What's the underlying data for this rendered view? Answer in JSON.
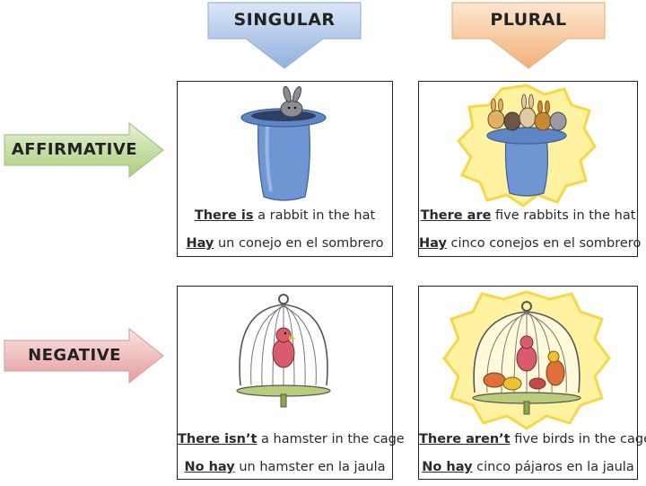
{
  "headers": {
    "singular": "SINGULAR",
    "plural": "PLURAL"
  },
  "rows": {
    "affirmative": "AFFIRMATIVE",
    "negative": "NEGATIVE"
  },
  "panels": {
    "aff_singular": {
      "en_key": "There is",
      "en_rest": " a rabbit in the hat",
      "es_key": "Hay",
      "es_rest": " un conejo en el sombrero"
    },
    "aff_plural": {
      "en_key": "There are",
      "en_rest": " five rabbits in the hat",
      "es_key": "Hay",
      "es_rest": " cinco conejos en el sombrero"
    },
    "neg_singular": {
      "en_key": "There isn’t",
      "en_rest": " a hamster in the cage",
      "es_key": "No hay",
      "es_rest": " un hamster en la jaula"
    },
    "neg_plural": {
      "en_key": "There aren’t",
      "en_rest": " five birds in the cage",
      "es_key": "No hay",
      "es_rest": " cinco pájaros en la jaula"
    }
  },
  "colors": {
    "singular_arrow": "#a9c3e6",
    "plural_arrow": "#f6c59a",
    "affirmative_arrow": "#bfdc98",
    "negative_arrow": "#eeb6b6",
    "hat": "#6f96d3",
    "glow": "#fff08a"
  },
  "icons": [
    "rabbit-hat-icon",
    "rabbits-hat-icon",
    "bird-cage-icon",
    "birds-cage-icon"
  ]
}
